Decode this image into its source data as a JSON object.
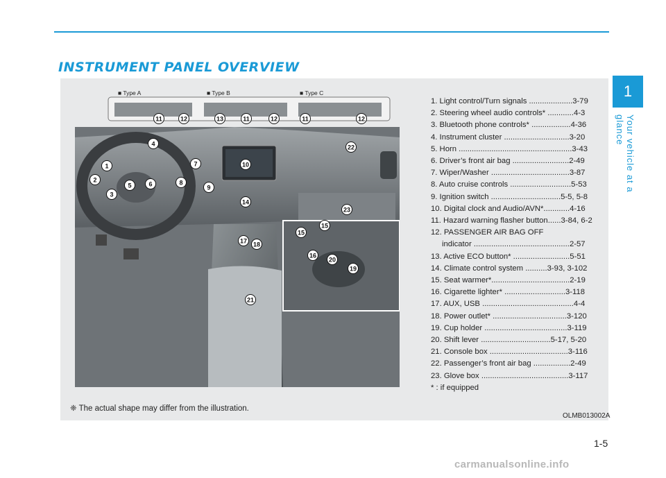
{
  "page": {
    "title": "INSTRUMENT PANEL OVERVIEW",
    "chapter_number": "1",
    "chapter_title": "Your vehicle at a glance",
    "page_number": "1-5",
    "figure_code": "OLMB013002A",
    "note": "❈ The actual shape may differ from the illustration.",
    "watermark": "carmanualsonline.info",
    "accent_color": "#1a9ad6"
  },
  "illustration": {
    "type_labels": [
      "■ Type A",
      "■ Type B",
      "■ Type C"
    ],
    "callouts": [
      "1",
      "2",
      "3",
      "4",
      "5",
      "6",
      "7",
      "8",
      "9",
      "10",
      "11",
      "12",
      "13",
      "14",
      "15",
      "16",
      "17",
      "18",
      "19",
      "20",
      "21",
      "22",
      "23"
    ]
  },
  "items": [
    "1. Light control/Turn signals ....................3-79",
    "2. Steering wheel audio controls* ............4-3",
    "3. Bluetooth phone controls* ..................4-36",
    "4. Instrument cluster ..............................3-20",
    "5. Horn ....................................................3-43",
    "6. Driver’s front air bag ..........................2-49",
    "7. Wiper/Washer ....................................3-87",
    "8. Auto cruise controls ............................5-53",
    "9. Ignition switch ................................5-5, 5-8",
    "10. Digital clock and Audio/AVN*............4-16",
    "11. Hazard warning flasher button......3-84, 6-2",
    "12. PASSENGER AIR BAG OFF",
    "indicator ............................................2-57",
    "13. Active ECO button* ..........................5-51",
    "14. Climate control system ..........3-93, 3-102",
    "15. Seat warmer*....................................2-19",
    "16. Cigarette lighter* ............................3-118",
    "17. AUX, USB ..........................................4-4",
    "18. Power outlet* ..................................3-120",
    "19. Cup holder ......................................3-119",
    "20. Shift lever ................................5-17, 5-20",
    "21. Console box ....................................3-116",
    "22. Passenger’s front air bag .................2-49",
    "23. Glove box ........................................3-117",
    "* : if equipped"
  ]
}
